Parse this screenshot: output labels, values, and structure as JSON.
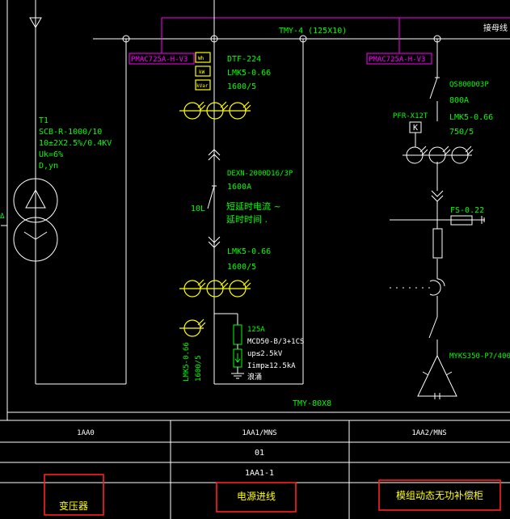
{
  "busbars": {
    "top_label": "TMY-4 (125X10)",
    "bottom_label": "TMY-80X8",
    "right_edge_label": "接母线"
  },
  "transformer": {
    "name": "T1",
    "model": "SCB-R-1000/10",
    "ratio": "10±2X2.5%/0.4KV",
    "uk": "Uk=6%",
    "vector_group": "D,yn",
    "side_mark": "Δ"
  },
  "incoming": {
    "meter_tag": "PMAC725A-H-V3",
    "meter_boxes": [
      "Wh",
      "kW",
      "kVar"
    ],
    "ct_top_model": "DTF-224",
    "ct_top_type": "LMK5-0.66",
    "ct_top_ratio": "1600/5",
    "breaker_model": "DEXN-2000D16/3P",
    "breaker_rating": "1600A",
    "breaker_tag": "10L",
    "breaker_note_1": "短延时电流 ~",
    "breaker_note_2": "延时时间 .",
    "ct_mid_type": "LMK5-0.66",
    "ct_mid_ratio": "1600/5",
    "ct_side_vertical": "LMK5-0.66",
    "ct_side_ratio_vertical": "1600/5",
    "spd_fuse": "125A",
    "spd_model": "MCD50-B/3+1CS",
    "spd_up": "up≤2.5kV",
    "spd_imp": "Iimp≥12.5kA",
    "spd_earth": "浪涌"
  },
  "compensation": {
    "meter_tag": "PMAC725A-H-V3",
    "switch_model": "QS800D03P",
    "switch_rating": "800A",
    "controller": "PFR-X12T",
    "controller_key": "K",
    "ct_type": "LMK5-0.66",
    "ct_ratio": "750/5",
    "fuse": "FS-0.22",
    "capacitor": "MYKS350-P7/400"
  },
  "table": {
    "row1": [
      "1AA0",
      "1AA1/MNS",
      "1AA2/MNS"
    ],
    "row2": [
      "",
      "01",
      ""
    ],
    "row3": [
      "",
      "1AA1-1",
      ""
    ],
    "row4": [
      "变压器",
      "电源进线",
      "模组动态无功补偿柜"
    ]
  },
  "colors": {
    "background": "#000000",
    "bus_and_frame": "#ffffff",
    "meter_tag": "#ff00ff",
    "ct_symbols": "#ffff00",
    "annotations": "#00ff00",
    "highlight_boxes": "#ff2020"
  }
}
